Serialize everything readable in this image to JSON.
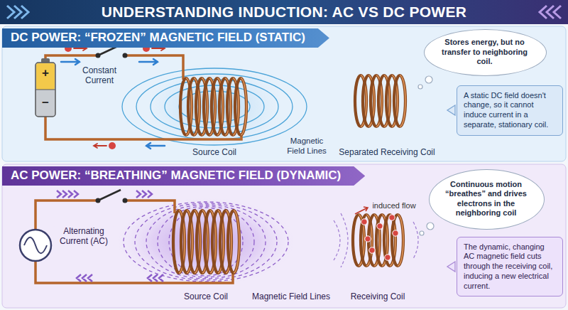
{
  "diagram": {
    "title": "UNDERSTANDING INDUCTION: AC VS DC POWER",
    "nodes": [
      {
        "text": [
          "DC POWER: “FROZEN” MAGNETIC FIELD (STATIC)"
        ]
      },
      {
        "text": [
          "Stores energy, but no transfer to neighboring coil."
        ],
        "in": 0
      },
      {
        "text": [
          "A static DC field doesn't change, so it cannot induce current in a separate, stationary coil."
        ],
        "in": 0
      },
      {
        "text": [
          "AC POWER: “BREATHING” MAGNETIC FIELD (DYNAMIC)"
        ]
      },
      {
        "text": [
          "Continuous motion “breathes” and drives electrons in the neighboring coil"
        ],
        "in": 3
      },
      {
        "text": [
          "The dynamic, changing AC magnetic field cuts through the receiving coil, inducing a new electrical current."
        ],
        "in": 3
      }
    ],
    "labels": [
      "Constant Current",
      "+",
      "−",
      "Source Coil",
      "Magnetic Field Lines",
      "Separated Receiving Coil",
      "Alternating Current (AC)",
      "induced flow",
      "Source Coil",
      "Magnetic Field Lines",
      "Receiving Coil"
    ]
  }
}
